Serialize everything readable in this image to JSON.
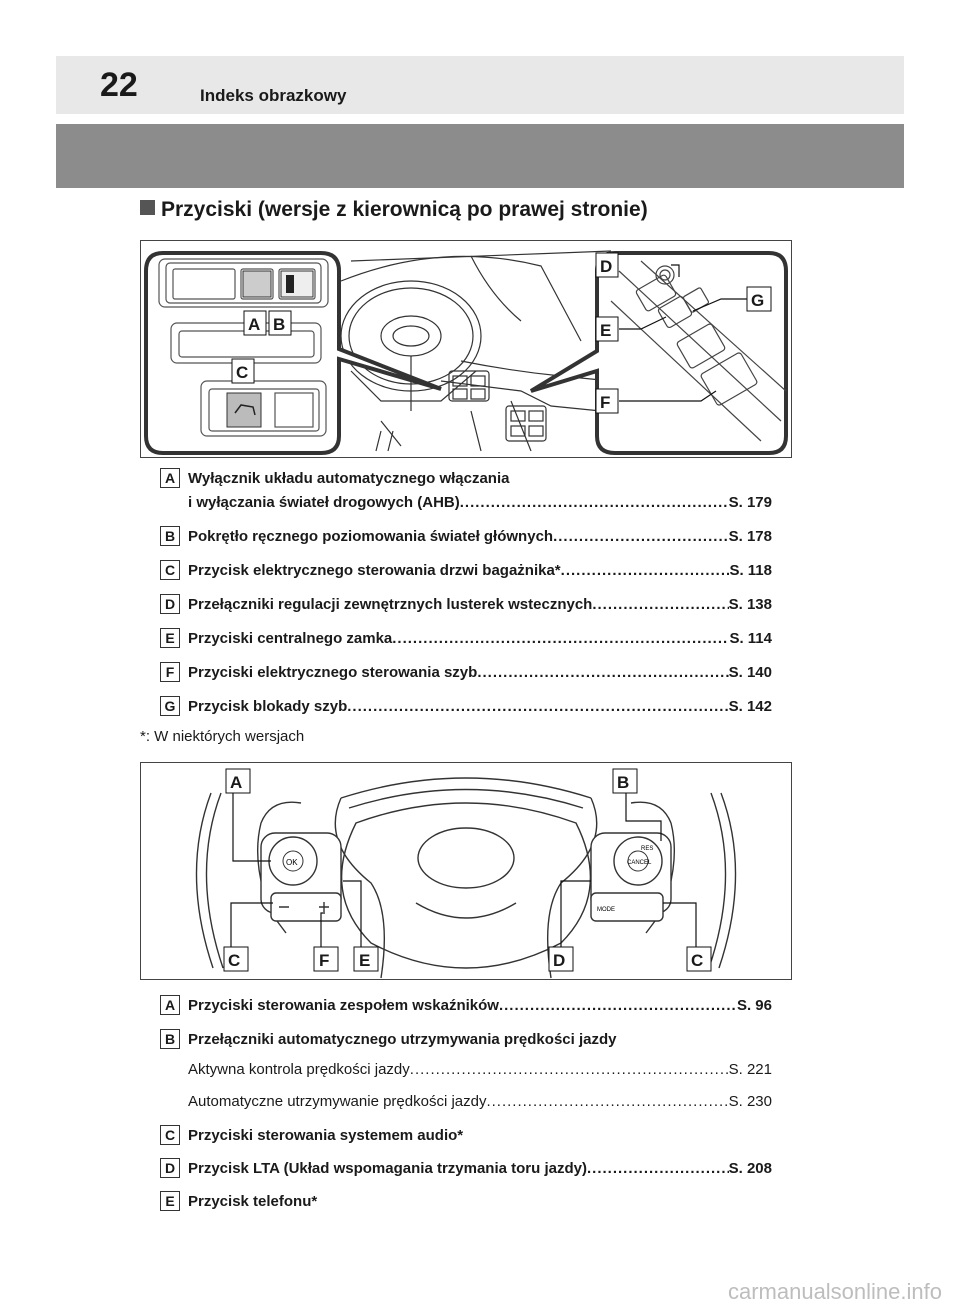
{
  "header": {
    "page_number": "22",
    "title": "Indeks obrazkowy"
  },
  "section_heading": "Przyciski (wersje z kierownicą po prawej stronie)",
  "figure1": {
    "callouts": [
      "A",
      "B",
      "C",
      "D",
      "E",
      "F",
      "G"
    ]
  },
  "list1": [
    {
      "letter": "A",
      "line1": "Wyłącznik układu automatycznego włączania",
      "line2": "i wyłączania świateł drogowych (AHB)",
      "page": "S. 179"
    },
    {
      "letter": "B",
      "text": "Pokrętło ręcznego poziomowania świateł głównych",
      "page": "S. 178"
    },
    {
      "letter": "C",
      "text": "Przycisk elektrycznego sterowania drzwi bagażnika*",
      "page": "S. 118"
    },
    {
      "letter": "D",
      "text": "Przełączniki regulacji zewnętrznych lusterek wstecznych",
      "page": "S. 138"
    },
    {
      "letter": "E",
      "text": "Przyciski centralnego zamka",
      "page": "S. 114"
    },
    {
      "letter": "F",
      "text": "Przyciski elektrycznego sterowania szyb",
      "page": "S. 140"
    },
    {
      "letter": "G",
      "text": "Przycisk blokady szyb",
      "page": "S. 142"
    }
  ],
  "footnote": "*: W niektórych wersjach",
  "figure2": {
    "callouts": [
      "A",
      "B",
      "C",
      "F",
      "E",
      "D",
      "C"
    ],
    "button_labels": [
      "OK",
      "RES",
      "CANCEL",
      "MODE"
    ]
  },
  "list2": [
    {
      "letter": "A",
      "text": "Przyciski sterowania zespołem wskaźników",
      "page": "S. 96"
    },
    {
      "letter": "B",
      "text": "Przełączniki automatycznego utrzymywania prędkości jazdy"
    },
    {
      "sub": true,
      "text": "Aktywna kontrola prędkości jazdy",
      "page": "S. 221"
    },
    {
      "sub": true,
      "text": "Automatyczne utrzymywanie prędkości jazdy",
      "page": "S. 230"
    },
    {
      "letter": "C",
      "text": "Przyciski sterowania systemem audio*"
    },
    {
      "letter": "D",
      "text": "Przycisk LTA (Układ wspomagania trzymania toru jazdy)",
      "page": "S. 208"
    },
    {
      "letter": "E",
      "text": "Przycisk telefonu*"
    }
  ],
  "watermark": "carmanualsonline.info",
  "colors": {
    "header_bar": "#e8e8e8",
    "gray_band": "#8c8c8c",
    "text": "#1a1a1a"
  }
}
